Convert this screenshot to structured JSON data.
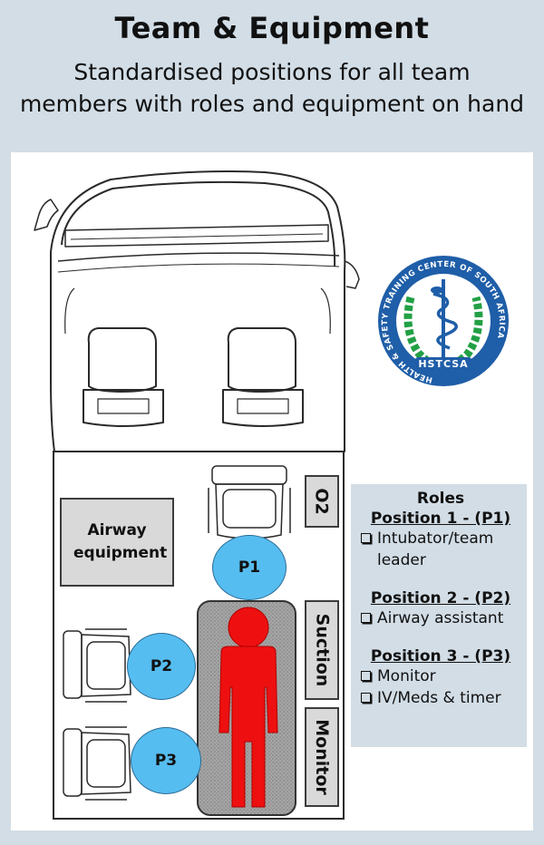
{
  "header": {
    "title": "Team & Equipment",
    "subtitle": "Standardised positions for all team members with roles and equipment on hand"
  },
  "equipment": {
    "airway": "Airway equipment",
    "o2": "O2",
    "suction": "Suction",
    "monitor": "Monitor"
  },
  "positions": {
    "p1": "P1",
    "p2": "P2",
    "p3": "P3"
  },
  "logo": {
    "ring_text": "HEALTH & SAFETY TRAINING CENTER OF SOUTH AFRICA",
    "abbr": "HSTCSA"
  },
  "roles": {
    "title": "Roles",
    "groups": [
      {
        "heading": "Position 1 - (P1)",
        "items": [
          "Intubator/team leader"
        ]
      },
      {
        "heading": "Position 2 - (P2)",
        "items": [
          "Airway assistant"
        ]
      },
      {
        "heading": "Position 3 - (P3)",
        "items": [
          "Monitor",
          "IV/Meds & timer"
        ]
      }
    ]
  },
  "colors": {
    "background": "#d2dde6",
    "position_circle": "#56bdf0",
    "patient": "#ee1010",
    "stretcher": "#9a9a9a",
    "equipment_box": "#d9d9d9",
    "logo_blue": "#1f5ea8",
    "logo_green": "#22a045"
  }
}
